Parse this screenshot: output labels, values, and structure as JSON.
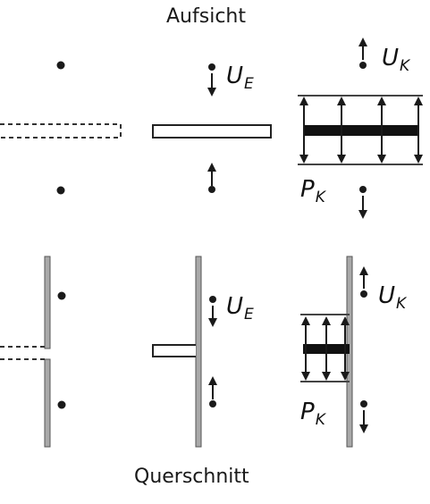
{
  "titles": {
    "top": "Aufsicht",
    "bottom": "Querschnitt"
  },
  "labels": {
    "ue_main": "U",
    "ue_sub": "E",
    "uk_main": "U",
    "uk_sub": "K",
    "pk_main": "P",
    "pk_sub": "K"
  },
  "colors": {
    "ink": "#1a1a1a",
    "wall": "#a9a9a9",
    "bar": "#111111"
  }
}
